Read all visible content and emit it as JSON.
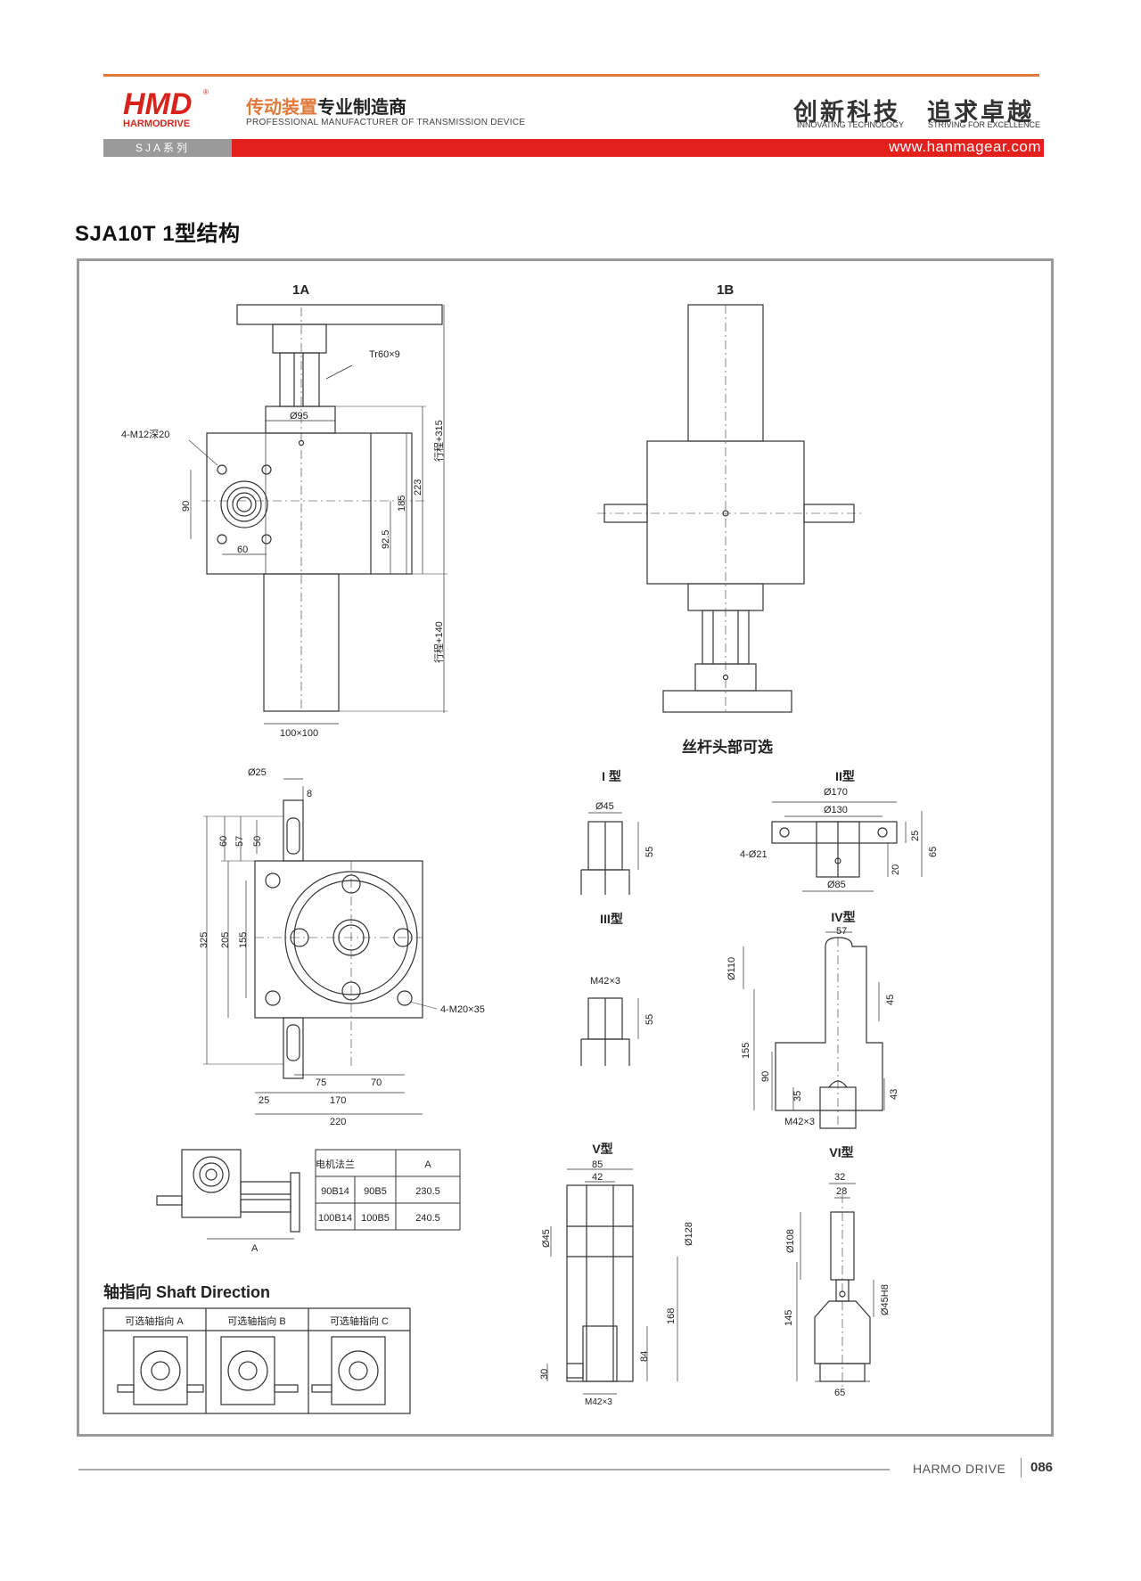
{
  "header": {
    "logo_mark": "HMD",
    "logo_brand": "HARMODRIVE",
    "logo_registered": "®",
    "tagline_cn_accent": "传动装置",
    "tagline_cn_rest": "专业制造商",
    "tagline_en": "PROFESSIONAL MANUFACTURER OF TRANSMISSION DEVICE",
    "slogan_left_cn": "创新科技",
    "slogan_right_cn": "追求卓越",
    "slogan_left_en": "INNOVATING TECHNOLOGY",
    "slogan_right_en": "STRIVING FOR EXCELLENCE",
    "series": "SJA系列",
    "website": "www.hanmagear.com"
  },
  "page_title": "SJA10T 1型结构",
  "drawings": {
    "view_1a": {
      "label": "1A",
      "thread": "Tr60×9",
      "hole_spec": "4-M12深20",
      "dims": [
        "Ø95",
        "90",
        "60",
        "92.5",
        "185",
        "223",
        "行程+315",
        "行程+140",
        "100×100"
      ]
    },
    "view_1b": {
      "label": "1B"
    },
    "top_view": {
      "hole_spec": "4-M20×35",
      "dims": [
        "Ø25",
        "8",
        "60",
        "57",
        "50",
        "325",
        "205",
        "155",
        "75",
        "70",
        "25",
        "170",
        "220"
      ]
    },
    "motor_table": {
      "headers": [
        "电机法兰",
        "A"
      ],
      "rows": [
        [
          "90B14",
          "90B5",
          "230.5"
        ],
        [
          "100B14",
          "100B5",
          "240.5"
        ]
      ],
      "sketch_label": "A"
    },
    "shaft_direction": {
      "title": "轴指向 Shaft Direction",
      "options": [
        "可选轴指向 A",
        "可选轴指向 B",
        "可选轴指向 C"
      ]
    },
    "screw_heads": {
      "title": "丝杆头部可选",
      "type_1": {
        "label": "I 型",
        "dims": [
          "Ø45",
          "55"
        ]
      },
      "type_2": {
        "label": "II型",
        "dims": [
          "Ø170",
          "Ø130",
          "4-Ø21",
          "Ø85",
          "25",
          "65",
          "20"
        ]
      },
      "type_3": {
        "label": "III型",
        "dims": [
          "M42×3",
          "55"
        ]
      },
      "type_4": {
        "label": "IV型",
        "dims": [
          "57",
          "Ø110",
          "45",
          "155",
          "90",
          "35",
          "43",
          "M42×3"
        ]
      },
      "type_5": {
        "label": "V型",
        "dims": [
          "85",
          "42",
          "Ø45",
          "Ø128",
          "168",
          "84",
          "30",
          "M42×3"
        ]
      },
      "type_6": {
        "label": "VI型",
        "dims": [
          "32",
          "28",
          "Ø108",
          "Ø45H8",
          "145",
          "65"
        ]
      }
    }
  },
  "footer": {
    "brand": "HARMO DRIVE",
    "page": "086"
  }
}
